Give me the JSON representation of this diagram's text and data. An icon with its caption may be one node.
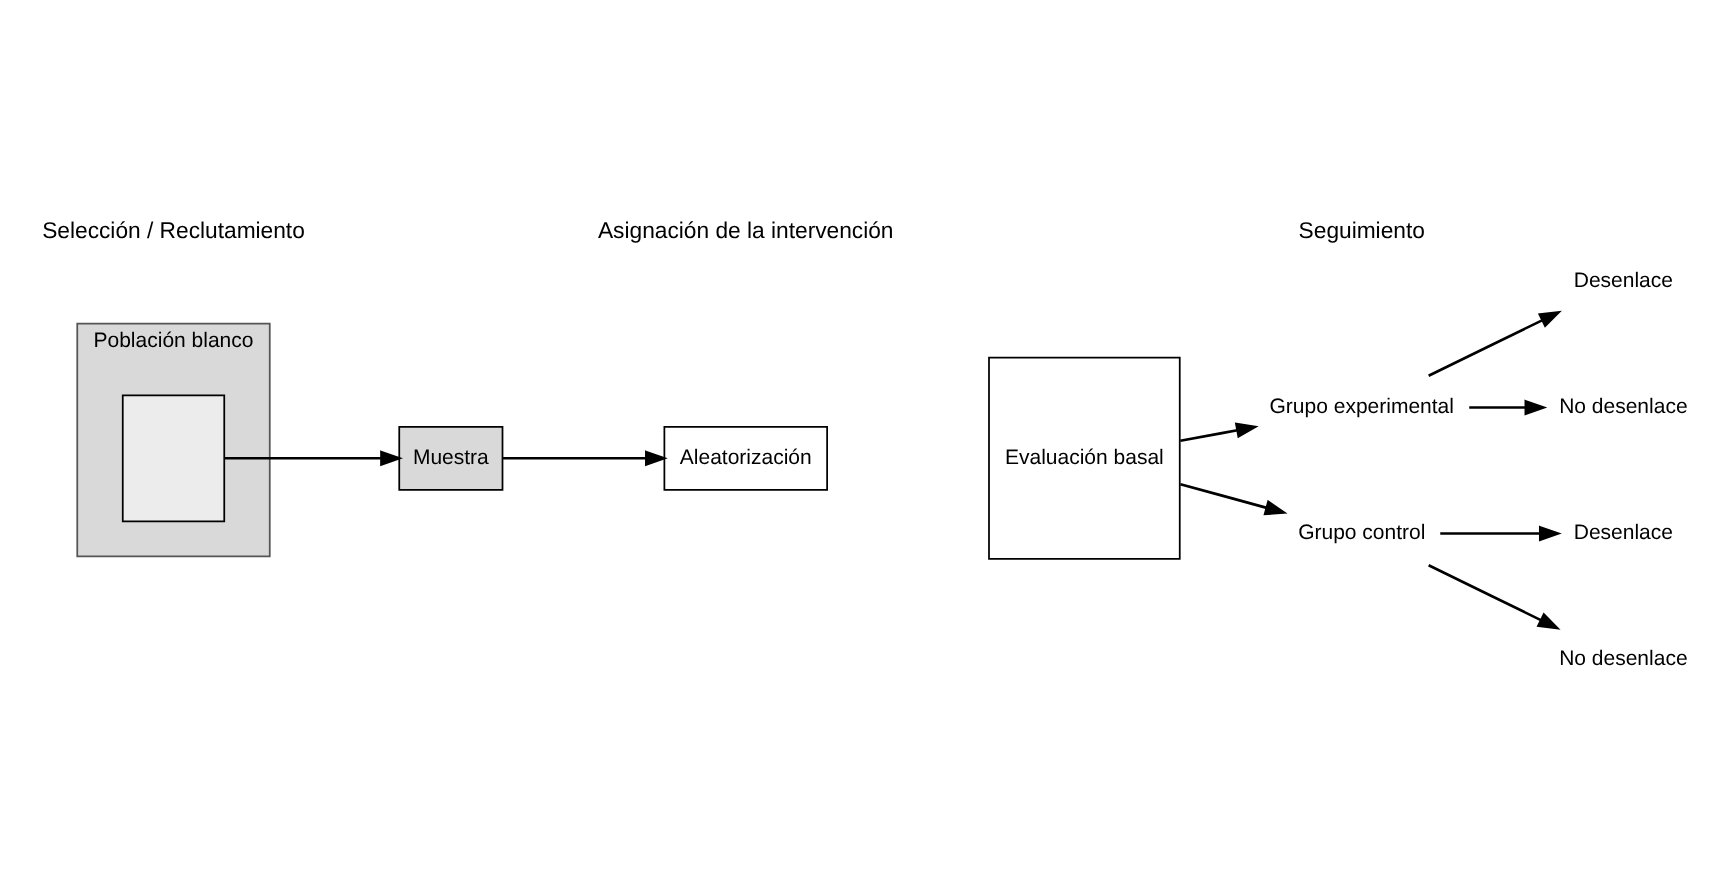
{
  "diagram": {
    "nodes": [
      {
        "text": [
          "Población blanco"
        ]
      },
      {
        "text": [],
        "shape": "box",
        "in": 0
      },
      {
        "text": [
          "Muestra"
        ]
      },
      {
        "text": [
          "Aleatorización"
        ]
      },
      {
        "text": [
          "Evaluación basal"
        ]
      },
      {
        "text": [
          "Grupo experimental"
        ]
      },
      {
        "text": [
          "Grupo control"
        ]
      },
      {
        "text": [
          "Desenlace"
        ]
      },
      {
        "text": [
          "No desenlace"
        ]
      },
      {
        "text": [
          "Desenlace"
        ]
      },
      {
        "text": [
          "No desenlace"
        ]
      }
    ],
    "edges": [
      {
        "from": 1,
        "to": 2,
        "arrow": "to"
      },
      {
        "from": 2,
        "to": 3,
        "arrow": "to"
      },
      {
        "from": 4,
        "to": 5,
        "arrow": "to"
      },
      {
        "from": 4,
        "to": 6,
        "arrow": "to"
      },
      {
        "from": 5,
        "to": 7,
        "arrow": "to"
      },
      {
        "from": 5,
        "to": 8,
        "arrow": "to"
      },
      {
        "from": 6,
        "to": 9,
        "arrow": "to"
      },
      {
        "from": 6,
        "to": 10,
        "arrow": "to"
      }
    ],
    "labels": [
      "Selección / Reclutamiento",
      "Asignación de la intervención",
      "Seguimiento"
    ]
  }
}
